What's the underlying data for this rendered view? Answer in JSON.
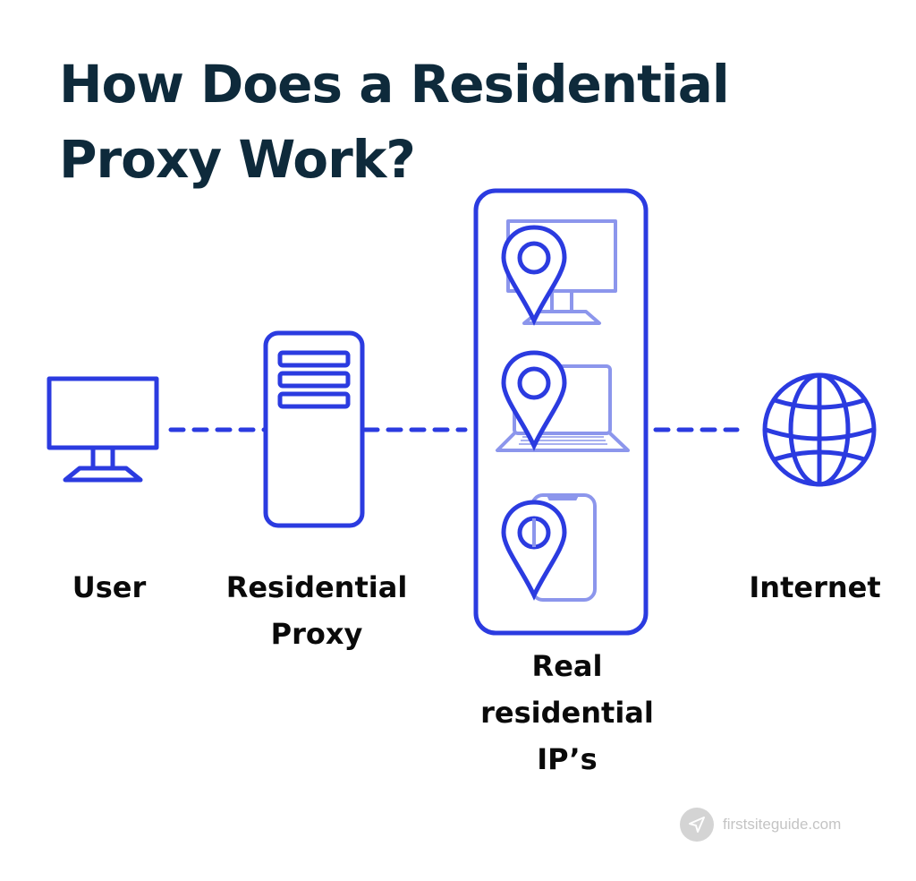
{
  "title": {
    "line1": "How Does a Residential",
    "line2": "Proxy Work?"
  },
  "nodes": [
    {
      "id": "user",
      "label_lines": [
        "User"
      ],
      "icon": "desktop-monitor-icon"
    },
    {
      "id": "residential-proxy",
      "label_lines": [
        "Residential",
        "Proxy"
      ],
      "icon": "server-tower-icon"
    },
    {
      "id": "real-residential-ips",
      "label_lines": [
        "Real",
        "residential",
        "IP’s"
      ],
      "icon": "device-group-with-location-pins",
      "devices": [
        "desktop-monitor-icon",
        "laptop-icon",
        "smartphone-icon"
      ]
    },
    {
      "id": "internet",
      "label_lines": [
        "Internet"
      ],
      "icon": "globe-icon"
    }
  ],
  "connectors": [
    {
      "from": "user",
      "to": "residential-proxy",
      "style": "dashed"
    },
    {
      "from": "residential-proxy",
      "to": "real-residential-ips",
      "style": "dashed"
    },
    {
      "from": "real-residential-ips",
      "to": "internet",
      "style": "dashed"
    }
  ],
  "watermark": {
    "icon": "paper-plane-icon",
    "text": "firstsiteguide.com"
  },
  "colors": {
    "primary_blue": "#2b3be0",
    "light_blue": "#8c96ec",
    "title_navy": "#0e2a3b",
    "label_black": "#0a0a0a",
    "watermark_gray": "#c4c4c4",
    "background": "#ffffff"
  }
}
